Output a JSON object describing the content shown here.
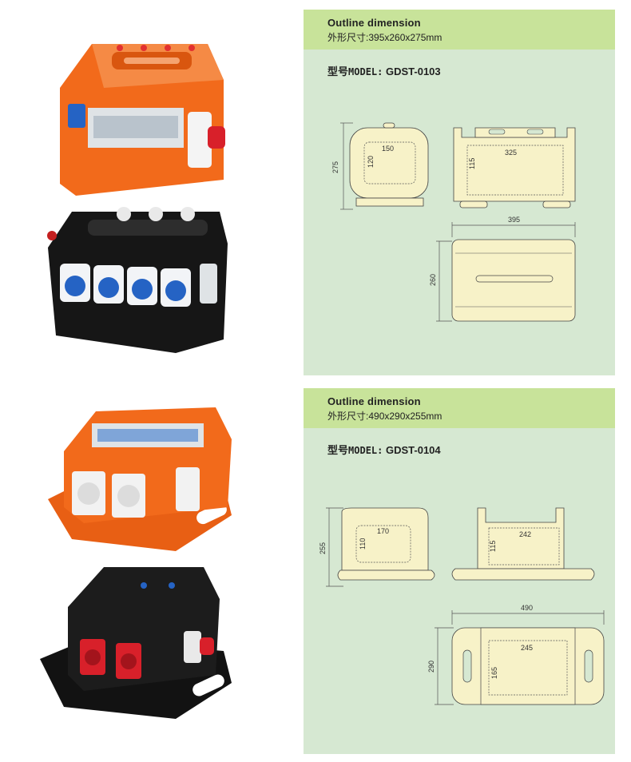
{
  "panels": [
    {
      "outline_title": "Outline dimension",
      "dims_prefix": "外形尺寸:",
      "dims_value": "395x260x275mm",
      "model_prefix": "型号",
      "model_label": "MODEL:",
      "model_value": "GDST-0103",
      "dim_labels": {
        "side_height": "275",
        "side_inner_w": "150",
        "side_inner_h": "120",
        "front_inner_w": "325",
        "front_inner_h": "115",
        "top_w": "395",
        "top_h": "260"
      }
    },
    {
      "outline_title": "Outline dimension",
      "dims_prefix": "外形尺寸:",
      "dims_value": "490x290x255mm",
      "model_prefix": "型号",
      "model_label": "MODEL:",
      "model_value": "GDST-0104",
      "dim_labels": {
        "side_height": "255",
        "side_inner_w": "170",
        "side_inner_h": "110",
        "front_inner_w": "242",
        "front_inner_h": "115",
        "top_w": "490",
        "top_h": "290",
        "top_inner_w": "245",
        "top_inner_h": "165"
      }
    }
  ],
  "colors": {
    "panel_bg": "#d6e8d2",
    "header_bg": "#c8e39a",
    "shape_fill": "#f7f2c8",
    "orange": "#f26a1b",
    "black": "#161616",
    "socket_blue": "#2563c4",
    "socket_red": "#d8202a"
  }
}
